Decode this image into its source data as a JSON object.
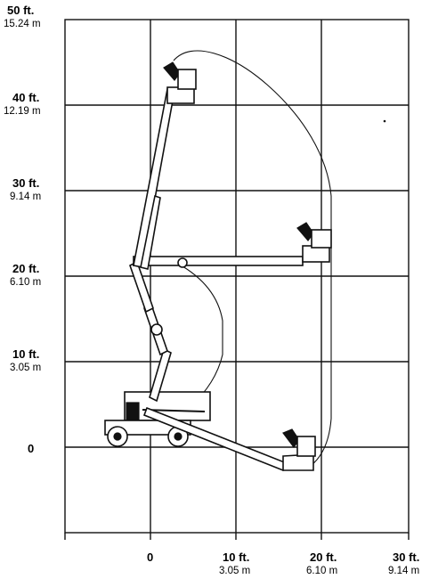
{
  "y_labels": [
    {
      "ft": "50 ft.",
      "m": "15.24 m"
    },
    {
      "ft": "40 ft.",
      "m": "12.19 m"
    },
    {
      "ft": "30 ft.",
      "m": "9.14 m"
    },
    {
      "ft": "20 ft.",
      "m": "6.10 m"
    },
    {
      "ft": "10 ft.",
      "m": "3.05 m"
    },
    {
      "ft": "0",
      "m": ""
    }
  ],
  "x_labels": [
    {
      "ft": "0",
      "m": ""
    },
    {
      "ft": "10 ft.",
      "m": "3.05 m"
    },
    {
      "ft": "20 ft.",
      "m": "6.10 m"
    },
    {
      "ft": "30 ft.",
      "m": "9.14 m"
    }
  ]
}
